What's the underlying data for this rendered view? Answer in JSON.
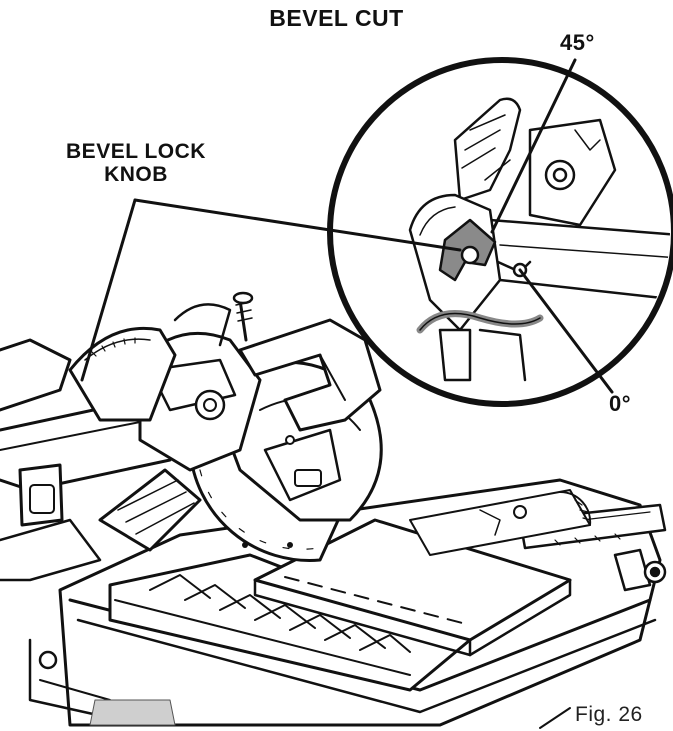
{
  "title": "BEVEL CUT",
  "labels": {
    "knob_line1": "BEVEL LOCK",
    "knob_line2": "KNOB",
    "angle_45": "45°",
    "angle_0": "0°"
  },
  "figure_caption": "Fig. 26",
  "colors": {
    "ink": "#111111",
    "paper": "#ffffff",
    "shade": "#9a9a9a"
  }
}
